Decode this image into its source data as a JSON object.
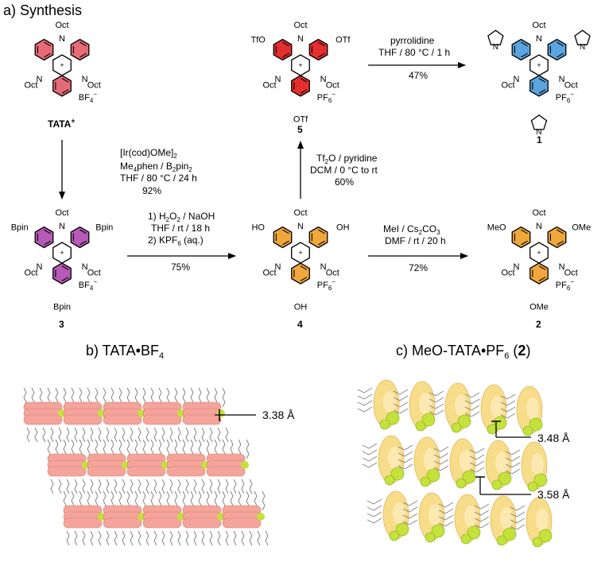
{
  "colors": {
    "tata": "#e66b78",
    "bpin": "#b75ab7",
    "otf": "#e52e2e",
    "hydroxy": "#f0a73b",
    "methoxy": "#f0a73b",
    "pyrrolidinyl": "#5ba4de",
    "crystal_b": "#f4a49a",
    "crystal_c": "#f7dc8a",
    "anion": "#c4e23a"
  },
  "section_a": {
    "title": "a) Synthesis"
  },
  "common": {
    "oct": "Oct",
    "n": "N",
    "plus": "+"
  },
  "compounds": {
    "tata": {
      "label": "TATA",
      "charge": "+",
      "counterion": "BF",
      "counterion_sub": "4",
      "counterion_sup": "−"
    },
    "c3": {
      "label": "3",
      "substituent": "Bpin",
      "counterion": "BF",
      "counterion_sub": "4",
      "counterion_sup": "−"
    },
    "c4": {
      "label": "4",
      "substituent": "HO",
      "substituent_right": "OH",
      "counterion": "PF",
      "counterion_sub": "6",
      "counterion_sup": "−"
    },
    "c5": {
      "label": "5",
      "substituent": "TfO",
      "substituent_right": "OTf",
      "counterion": "PF",
      "counterion_sub": "6",
      "counterion_sup": "−"
    },
    "c2": {
      "label": "2",
      "substituent": "MeO",
      "substituent_right": "OMe",
      "counterion": "PF",
      "counterion_sub": "6",
      "counterion_sup": "−"
    },
    "c1": {
      "label": "1",
      "counterion": "PF",
      "counterion_sub": "6",
      "counterion_sup": "−"
    }
  },
  "arrows": {
    "tata_to_3": {
      "line1": "[Ir(cod)OMe]",
      "line1_sub": "2",
      "line2": "Me",
      "line2_sub": "4",
      "line2_b": "phen / B",
      "line2_sub2": "2",
      "line2_c": "pin",
      "line2_sub3": "2",
      "line3": "THF / 80 °C / 24 h",
      "yield": "92%"
    },
    "3_to_4": {
      "line1": "1) H",
      "line1_sub": "2",
      "line1_b": "O",
      "line1_sub2": "2",
      "line1_c": " / NaOH",
      "line2": "THF / rt / 18 h",
      "line3": "2) KPF",
      "line3_sub": "6",
      "line3_b": " (aq.)",
      "yield": "75%"
    },
    "4_to_5": {
      "line1": "Tf",
      "line1_sub": "2",
      "line1_b": "O / pyridine",
      "line2": "DCM / 0 °C to rt",
      "yield": "60%"
    },
    "5_to_1": {
      "line1": "pyrrolidine",
      "line2": "THF / 80 °C / 1 h",
      "yield": "47%"
    },
    "4_to_2": {
      "line1": "MeI / Cs",
      "line1_sub": "2",
      "line1_b": "CO",
      "line1_sub2": "3",
      "line2": "DMF / rt / 20 h",
      "yield": "72%"
    }
  },
  "panel_b": {
    "title": "b) TATA•BF",
    "title_sub": "4",
    "distance": "3.38 Å"
  },
  "panel_c": {
    "title": "c) MeO-TATA•PF",
    "title_sub": "6",
    "title_b": " (",
    "title_bold": "2",
    "title_c": ")",
    "distance_1": "3.48 Å",
    "distance_2": "3.58 Å"
  }
}
